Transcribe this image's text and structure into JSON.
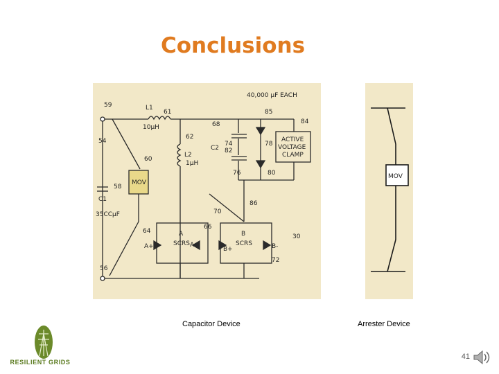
{
  "slide": {
    "title": "Conclusions",
    "title_color": "#e07b20",
    "caption_left": "Capacitor Device",
    "caption_right": "Arrester Device",
    "page_number": "41"
  },
  "logo": {
    "text": "RESILIENT GRIDS",
    "color": "#5a7a1e"
  },
  "circuit_left": {
    "labels": {
      "n59": "59",
      "l1": "L1",
      "n61": "61",
      "l1_val": "10μH",
      "n54": "54",
      "n62": "62",
      "l2": "L2",
      "l2_val": "1μH",
      "n60": "60",
      "mov": "MOV",
      "n68": "68",
      "n40000": "40,000 μF  EACH",
      "n85": "85",
      "n84": "84",
      "clamp1": "ACTIVE",
      "clamp2": "VOLTAGE",
      "clamp3": "CLAMP",
      "n78": "78",
      "c2": "C2",
      "n74": "74",
      "n82": "82",
      "n76": "76",
      "n80": "80",
      "n58": "58",
      "c1": "C1",
      "c1_val": "35CCμF",
      "n86": "86",
      "n70": "70",
      "n64": "64",
      "n66": "66",
      "scr_a1": "A",
      "scr_a2": "SCRS",
      "scr_b1": "B",
      "scr_b2": "SCRS",
      "a_plus": "A+",
      "a_minus": "A-",
      "b_plus": "B+",
      "b_minus": "B-",
      "n72": "72",
      "n30": "30",
      "n56": "56"
    }
  },
  "circuit_right": {
    "mov": "MOV"
  }
}
